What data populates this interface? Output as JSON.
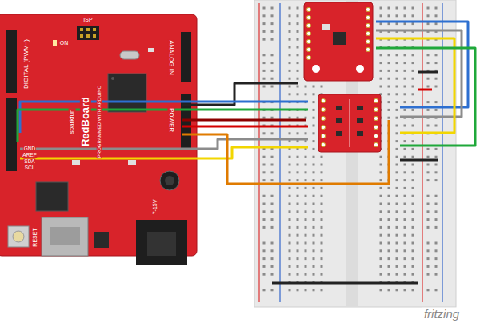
{
  "diagram": {
    "labels": [
      "ISP",
      "ON",
      "DIGITAL (PWM~)",
      "ANALOG IN",
      "POWER",
      "sparkfun",
      "RedBoard",
      "PROGRAMMED WITH ARDUINO",
      "GND",
      "AREF",
      "SDA",
      "SCL",
      "RESET",
      "7-15V",
      "fritzing"
    ]
  }
}
